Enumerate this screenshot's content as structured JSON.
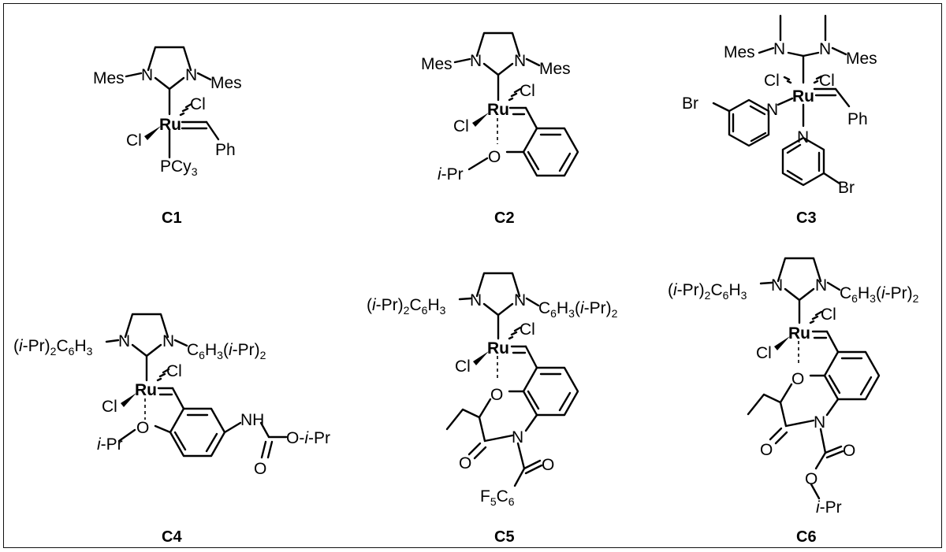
{
  "figure": {
    "compounds": [
      {
        "id": "C1",
        "label": "C1"
      },
      {
        "id": "C2",
        "label": "C2"
      },
      {
        "id": "C3",
        "label": "C3"
      },
      {
        "id": "C4",
        "label": "C4"
      },
      {
        "id": "C5",
        "label": "C5"
      },
      {
        "id": "C6",
        "label": "C6"
      }
    ],
    "atoms": {
      "metal": "Ru",
      "nitrogen": "N",
      "oxygen": "O",
      "chlorine": "Cl",
      "bromine": "Br",
      "mesityl": "Mes",
      "phenyl": "Ph",
      "isopropyl": "i-Pr",
      "phosphine": "PCy3",
      "nh": "NH",
      "o_ipr": "O-i-Pr",
      "aryl_left": "(i-Pr)2C6H3",
      "aryl_right": "C6H3(i-Pr)2",
      "pentafluorophenyl": "F5C6"
    }
  }
}
